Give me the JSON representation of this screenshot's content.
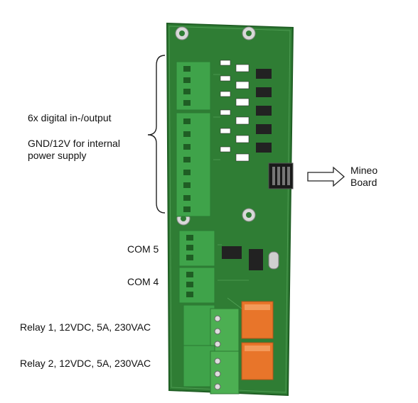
{
  "labels": {
    "digital_io": "6x digital in-/output",
    "power_line1": "GND/12V for internal",
    "power_line2": "power supply",
    "mineo_line1": "Mineo",
    "mineo_line2": "Board",
    "com5": "COM 5",
    "com4": "COM 4",
    "relay1": "Relay 1, 12VDC, 5A, 230VAC",
    "relay2": "Relay 2, 12VDC, 5A, 230VAC"
  },
  "colors": {
    "pcb": "#2f7d34",
    "pcb_dark": "#1f5e24",
    "terminal": "#3fa34a",
    "terminal_dark": "#2b7a33",
    "relay": "#e8752a",
    "chip": "#222222"
  }
}
